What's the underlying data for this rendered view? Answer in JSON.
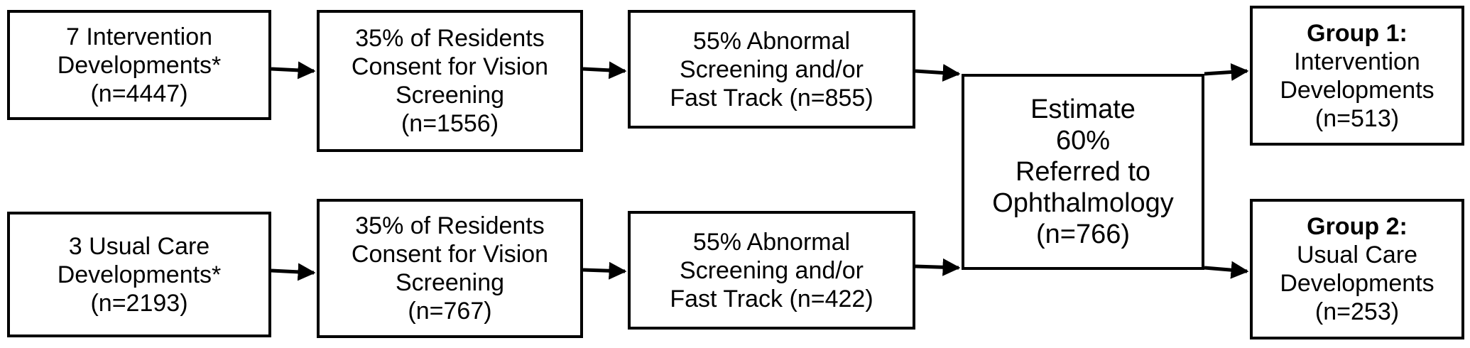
{
  "nodes": {
    "intervention_developments": [
      "7 Intervention",
      "Developments*",
      "(n=4447)"
    ],
    "intervention_consent": [
      "35% of Residents",
      "Consent for Vision",
      "Screening",
      "(n=1556)"
    ],
    "intervention_abnormal": [
      "55% Abnormal",
      "Screening and/or",
      "Fast Track (n=855)"
    ],
    "usual_care_developments": [
      "3 Usual Care",
      "Developments*",
      "(n=2193)"
    ],
    "usual_care_consent": [
      "35% of Residents",
      "Consent for Vision",
      "Screening",
      "(n=767)"
    ],
    "usual_care_abnormal": [
      "55% Abnormal",
      "Screening and/or",
      "Fast Track (n=422)"
    ],
    "referred": [
      "Estimate",
      "60%",
      "Referred to",
      "Ophthalmology",
      "(n=766)"
    ],
    "group1": {
      "title": "Group 1:",
      "lines": [
        "Intervention",
        "Developments",
        "(n=513)"
      ]
    },
    "group2": {
      "title": "Group 2:",
      "lines": [
        "Usual Care",
        "Developments",
        "(n=253)"
      ]
    }
  },
  "colors": {
    "stroke": "#000000",
    "fill": "#ffffff"
  }
}
